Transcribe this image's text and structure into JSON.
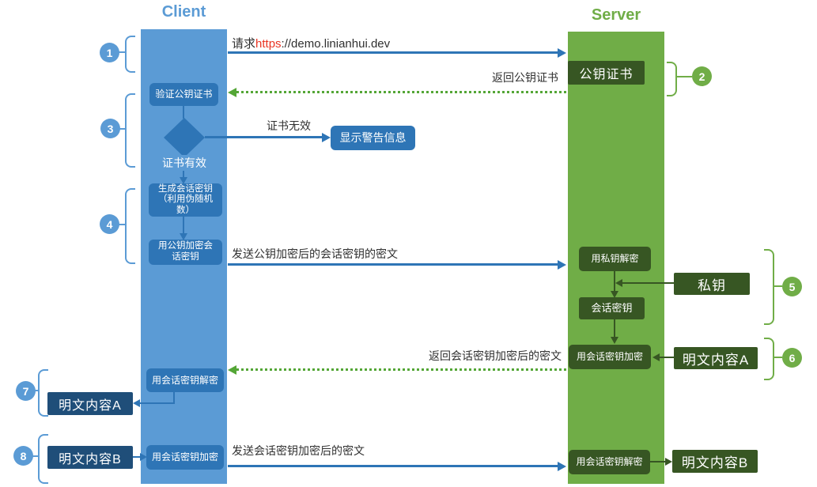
{
  "lifelines": {
    "client": "Client",
    "server": "Server"
  },
  "steps": [
    "1",
    "2",
    "3",
    "4",
    "5",
    "6",
    "7",
    "8"
  ],
  "messages": {
    "request_prefix": "请求",
    "request_scheme": "https",
    "request_rest": "://demo.linianhui.dev",
    "return_cert": "返回公钥证书",
    "cert_invalid": "证书无效",
    "send_encrypted_session_key": "发送公钥加密后的会话密钥的密文",
    "return_encrypted_content": "返回会话密钥加密后的密文",
    "send_encrypted_content": "发送会话密钥加密后的密文"
  },
  "client": {
    "verify_cert": "验证公钥证书",
    "cert_valid": "证书有效",
    "show_warning": "显示警告信息",
    "generate_session_key": "生成会话密钥\n（利用伪随机\n数）",
    "encrypt_session_key_with_public_key": "用公钥加密会\n话密钥",
    "decrypt_with_session_key": "用会话密钥解密",
    "encrypt_with_session_key": "用会话密钥加密",
    "plaintext_a": "明文内容A",
    "plaintext_b": "明文内容B"
  },
  "server": {
    "public_key_cert": "公钥证书",
    "decrypt_with_private_key": "用私钥解密",
    "private_key": "私钥",
    "session_key": "会话密钥",
    "encrypt_with_session_key": "用会话密钥加密",
    "plaintext_a": "明文内容A",
    "decrypt_with_session_key": "用会话密钥解密",
    "plaintext_b": "明文内容B"
  },
  "colors": {
    "client_bar": "#5B9BD5",
    "client_node": "#2E75B6",
    "client_tag": "#1F4E79",
    "server_bar": "#70AD47",
    "server_node": "#375623",
    "arrow_blue": "#2E75B6",
    "arrow_green": "#54A636",
    "scheme_red": "#E93423"
  }
}
